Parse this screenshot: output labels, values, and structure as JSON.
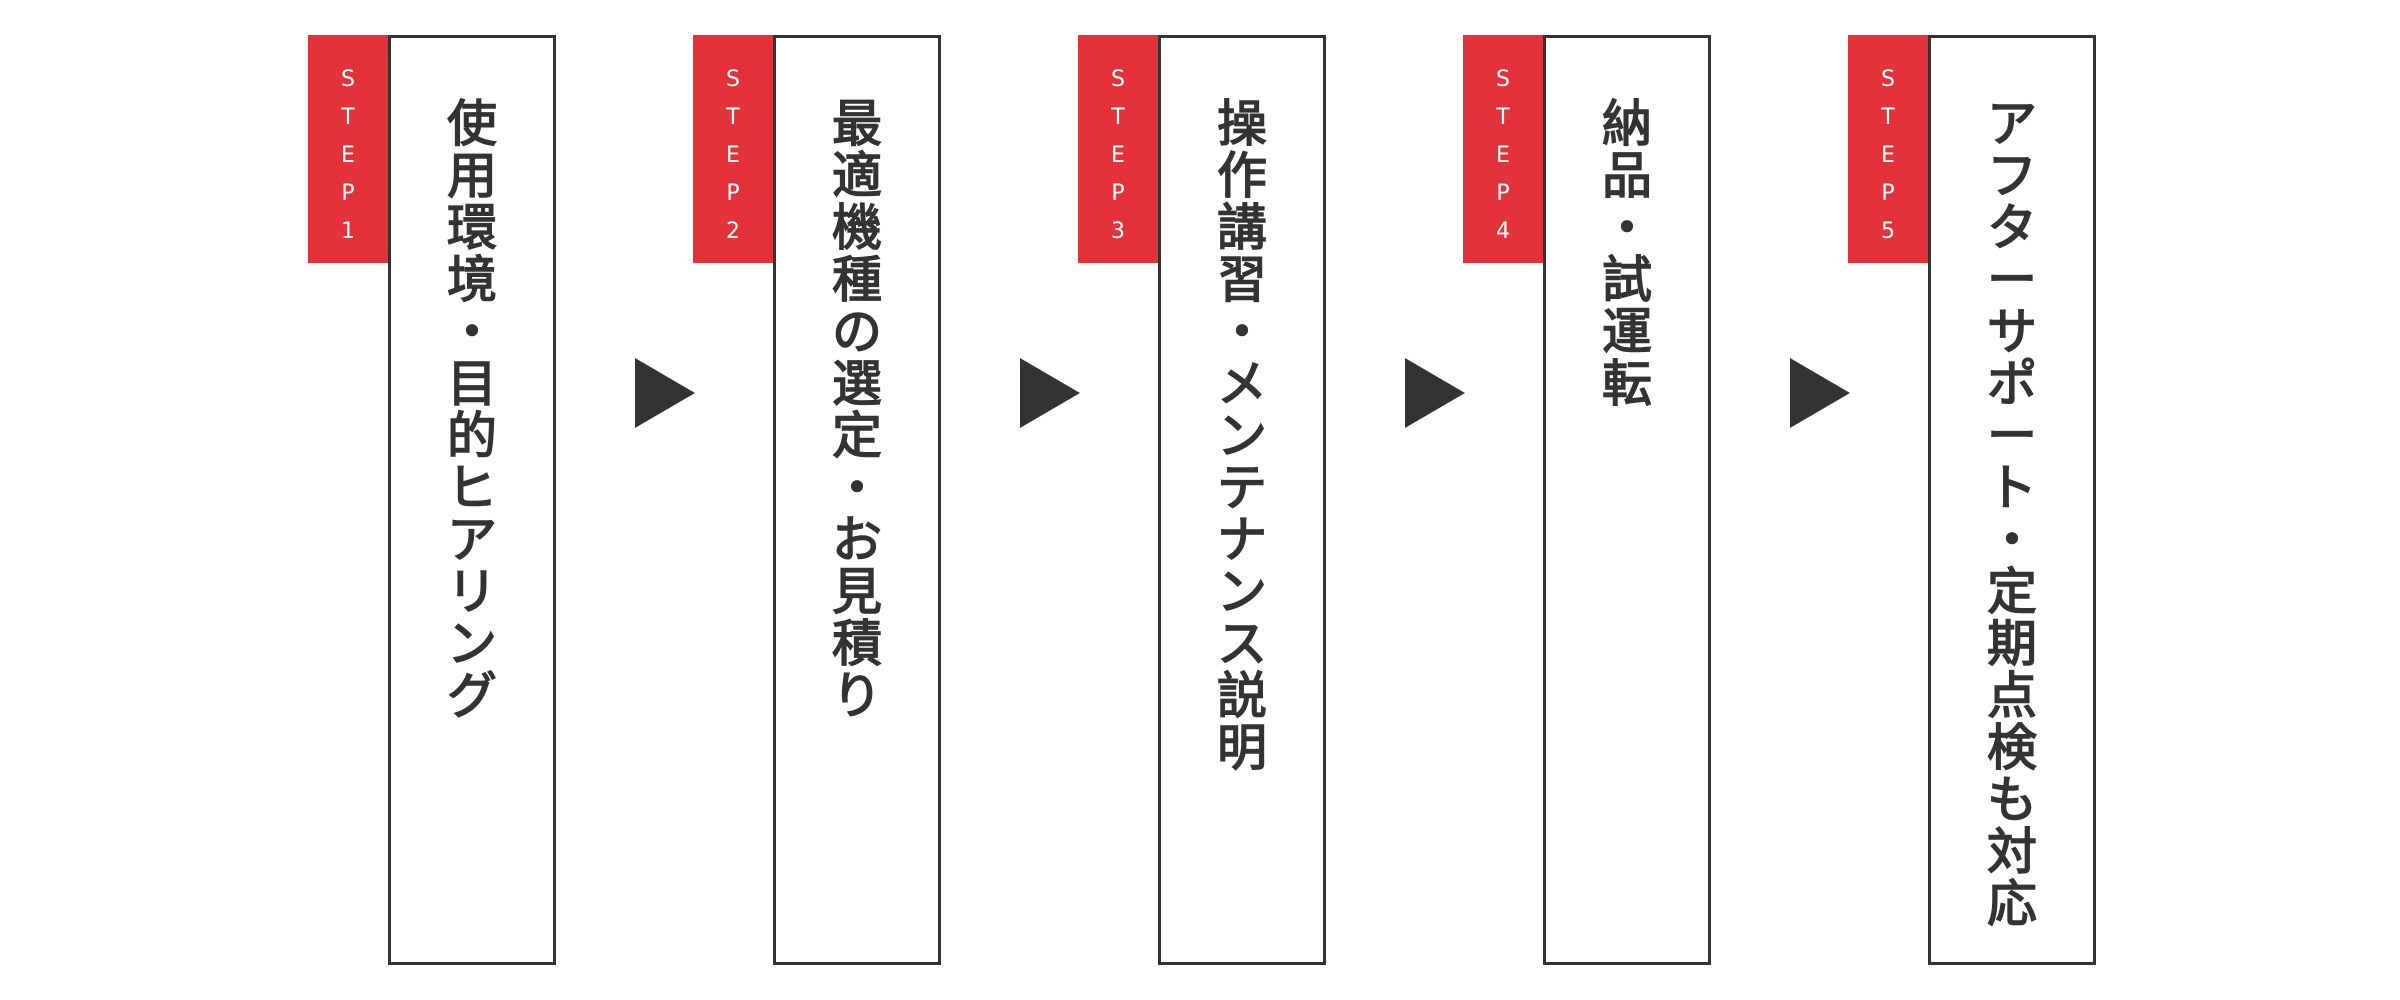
{
  "colors": {
    "badge": "#e3323a",
    "border": "#333333",
    "text": "#333333",
    "arrow": "#333333"
  },
  "steps": [
    {
      "badge": "STEP1",
      "text": "使用環境・目的ヒアリング"
    },
    {
      "badge": "STEP2",
      "text": "最適機種の選定・お見積り"
    },
    {
      "badge": "STEP3",
      "text": "操作講習・メンテナンス説明"
    },
    {
      "badge": "STEP4",
      "text": "納品・試運転"
    },
    {
      "badge": "STEP5",
      "text": "アフターサポート・定期点検も対応"
    }
  ]
}
